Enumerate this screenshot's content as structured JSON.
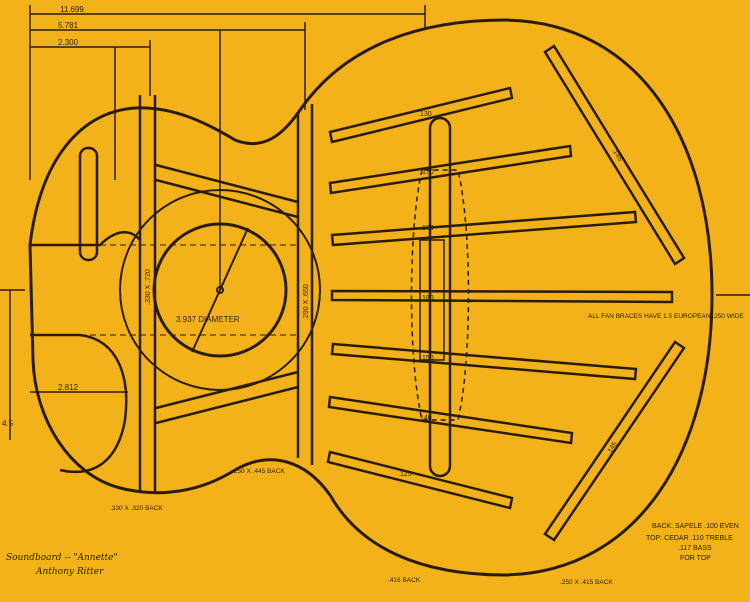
{
  "palette": {
    "paper": "#f3b21a",
    "ink": "#2a1d08"
  },
  "dimensions": {
    "overall": "11.699",
    "mid": "5.781",
    "short": "2.300",
    "waist": "2.812",
    "side": "4.5"
  },
  "soundhole": {
    "label": "3.937 DIAMETER"
  },
  "bars": {
    "upper_bar": ".330 X .720",
    "lower_bar": ".290 X .650",
    "upper_back": ".330 X .320 BACK",
    "mid_back": ".250 X .445 BACK",
    "neck_back": ".416 BACK",
    "tail_back": ".250 X .415 BACK"
  },
  "fan_braces": {
    "note": "ALL FAN BRACES HAVE 1.5 EUROPEAN .250 WIDE",
    "labels": [
      ".130",
      ".170",
      ".160",
      ".180",
      ".150",
      ".140",
      ".125"
    ],
    "outer_left": ".145",
    "outer_right": ".145"
  },
  "spec": {
    "line1": "BACK: SAPELE .100 EVEN",
    "line2": "TOP: CEDAR .110 TREBLE",
    "line3": ".117 BASS",
    "line4": "FOR TOP"
  },
  "signature": {
    "line1": "Soundboard -- \"Annette\"",
    "line2": "Anthony Ritter"
  }
}
